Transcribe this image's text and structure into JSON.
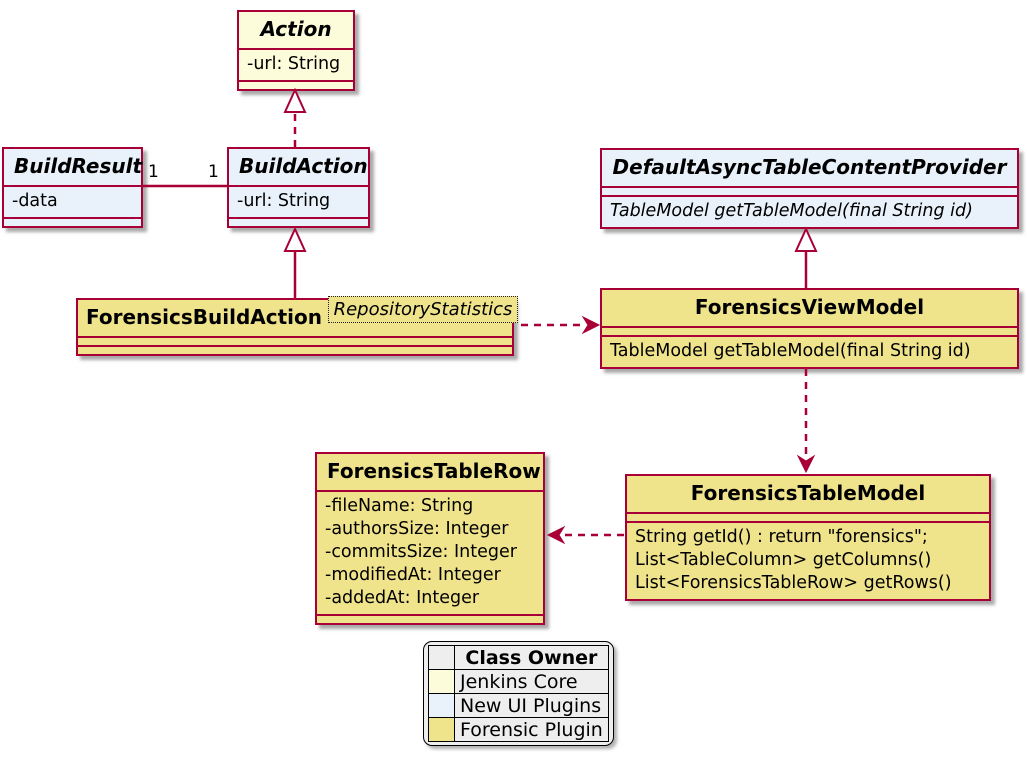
{
  "diagram": {
    "type": "uml-class-diagram",
    "colors": {
      "border": "#A80036",
      "jenkins_core_fill": "#FCFCDB",
      "new_ui_plugins_fill": "#E9F2FB",
      "forensic_plugin_fill": "#EFE38B",
      "legend_bg": "#EEEEEE"
    },
    "classes": {
      "action": {
        "name": "Action",
        "abstract": true,
        "fields": [
          "-url: String"
        ]
      },
      "build_result": {
        "name": "BuildResult",
        "abstract": true,
        "fields": [
          "-data"
        ]
      },
      "build_action": {
        "name": "BuildAction",
        "abstract": true,
        "fields": [
          "-url: String"
        ]
      },
      "default_async_table_content_provider": {
        "name": "DefaultAsyncTableContentProvider",
        "abstract": true,
        "methods": [
          "TableModel getTableModel(final String id)"
        ]
      },
      "forensics_build_action": {
        "name": "ForensicsBuildAction",
        "generic_tag": "RepositoryStatistics"
      },
      "forensics_view_model": {
        "name": "ForensicsViewModel",
        "methods": [
          "TableModel getTableModel(final String id)"
        ]
      },
      "forensics_table_model": {
        "name": "ForensicsTableModel",
        "methods": [
          "String getId() : return \"forensics\";",
          "List<TableColumn> getColumns()",
          "List<ForensicsTableRow> getRows()"
        ]
      },
      "forensics_table_row": {
        "name": "ForensicsTableRow",
        "fields": [
          "-fileName: String",
          "-authorsSize: Integer",
          "-commitsSize: Integer",
          "-modifiedAt: Integer",
          "-addedAt: Integer"
        ]
      }
    },
    "association": {
      "from": "BuildResult",
      "to": "BuildAction",
      "left_multiplicity": "1",
      "right_multiplicity": "1"
    },
    "legend": {
      "title": "Class Owner",
      "rows": [
        {
          "label": "Jenkins Core",
          "color": "#FCFCDB"
        },
        {
          "label": "New UI Plugins",
          "color": "#E9F2FB"
        },
        {
          "label": "Forensic Plugin",
          "color": "#EFE38B"
        }
      ]
    }
  }
}
